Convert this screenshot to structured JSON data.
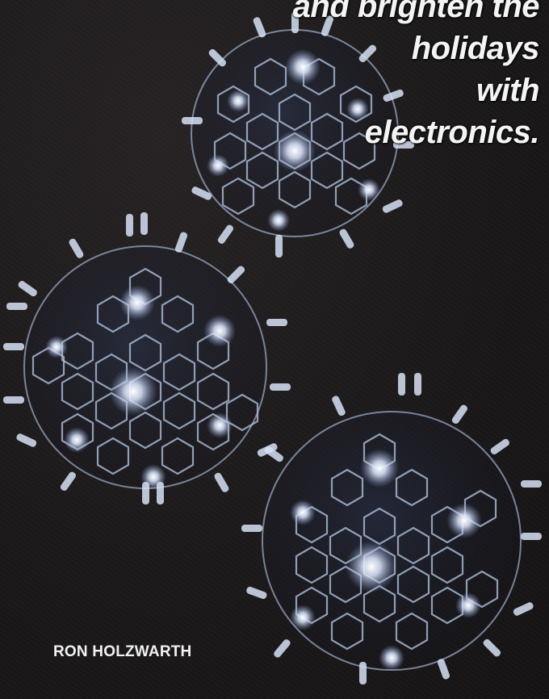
{
  "headline": {
    "lines": [
      "and brighten the",
      "holidays",
      "with",
      "electronics."
    ]
  },
  "byline": "RON HOLZWARTH",
  "colors": {
    "background": "#1b1819",
    "led_glow": "#e8f1ff",
    "frame": "#b8c6dc",
    "text": "#f4f4f4"
  },
  "image": {
    "subject": "three LED geodesic ornaments",
    "icon": "led-ornament-icon"
  }
}
